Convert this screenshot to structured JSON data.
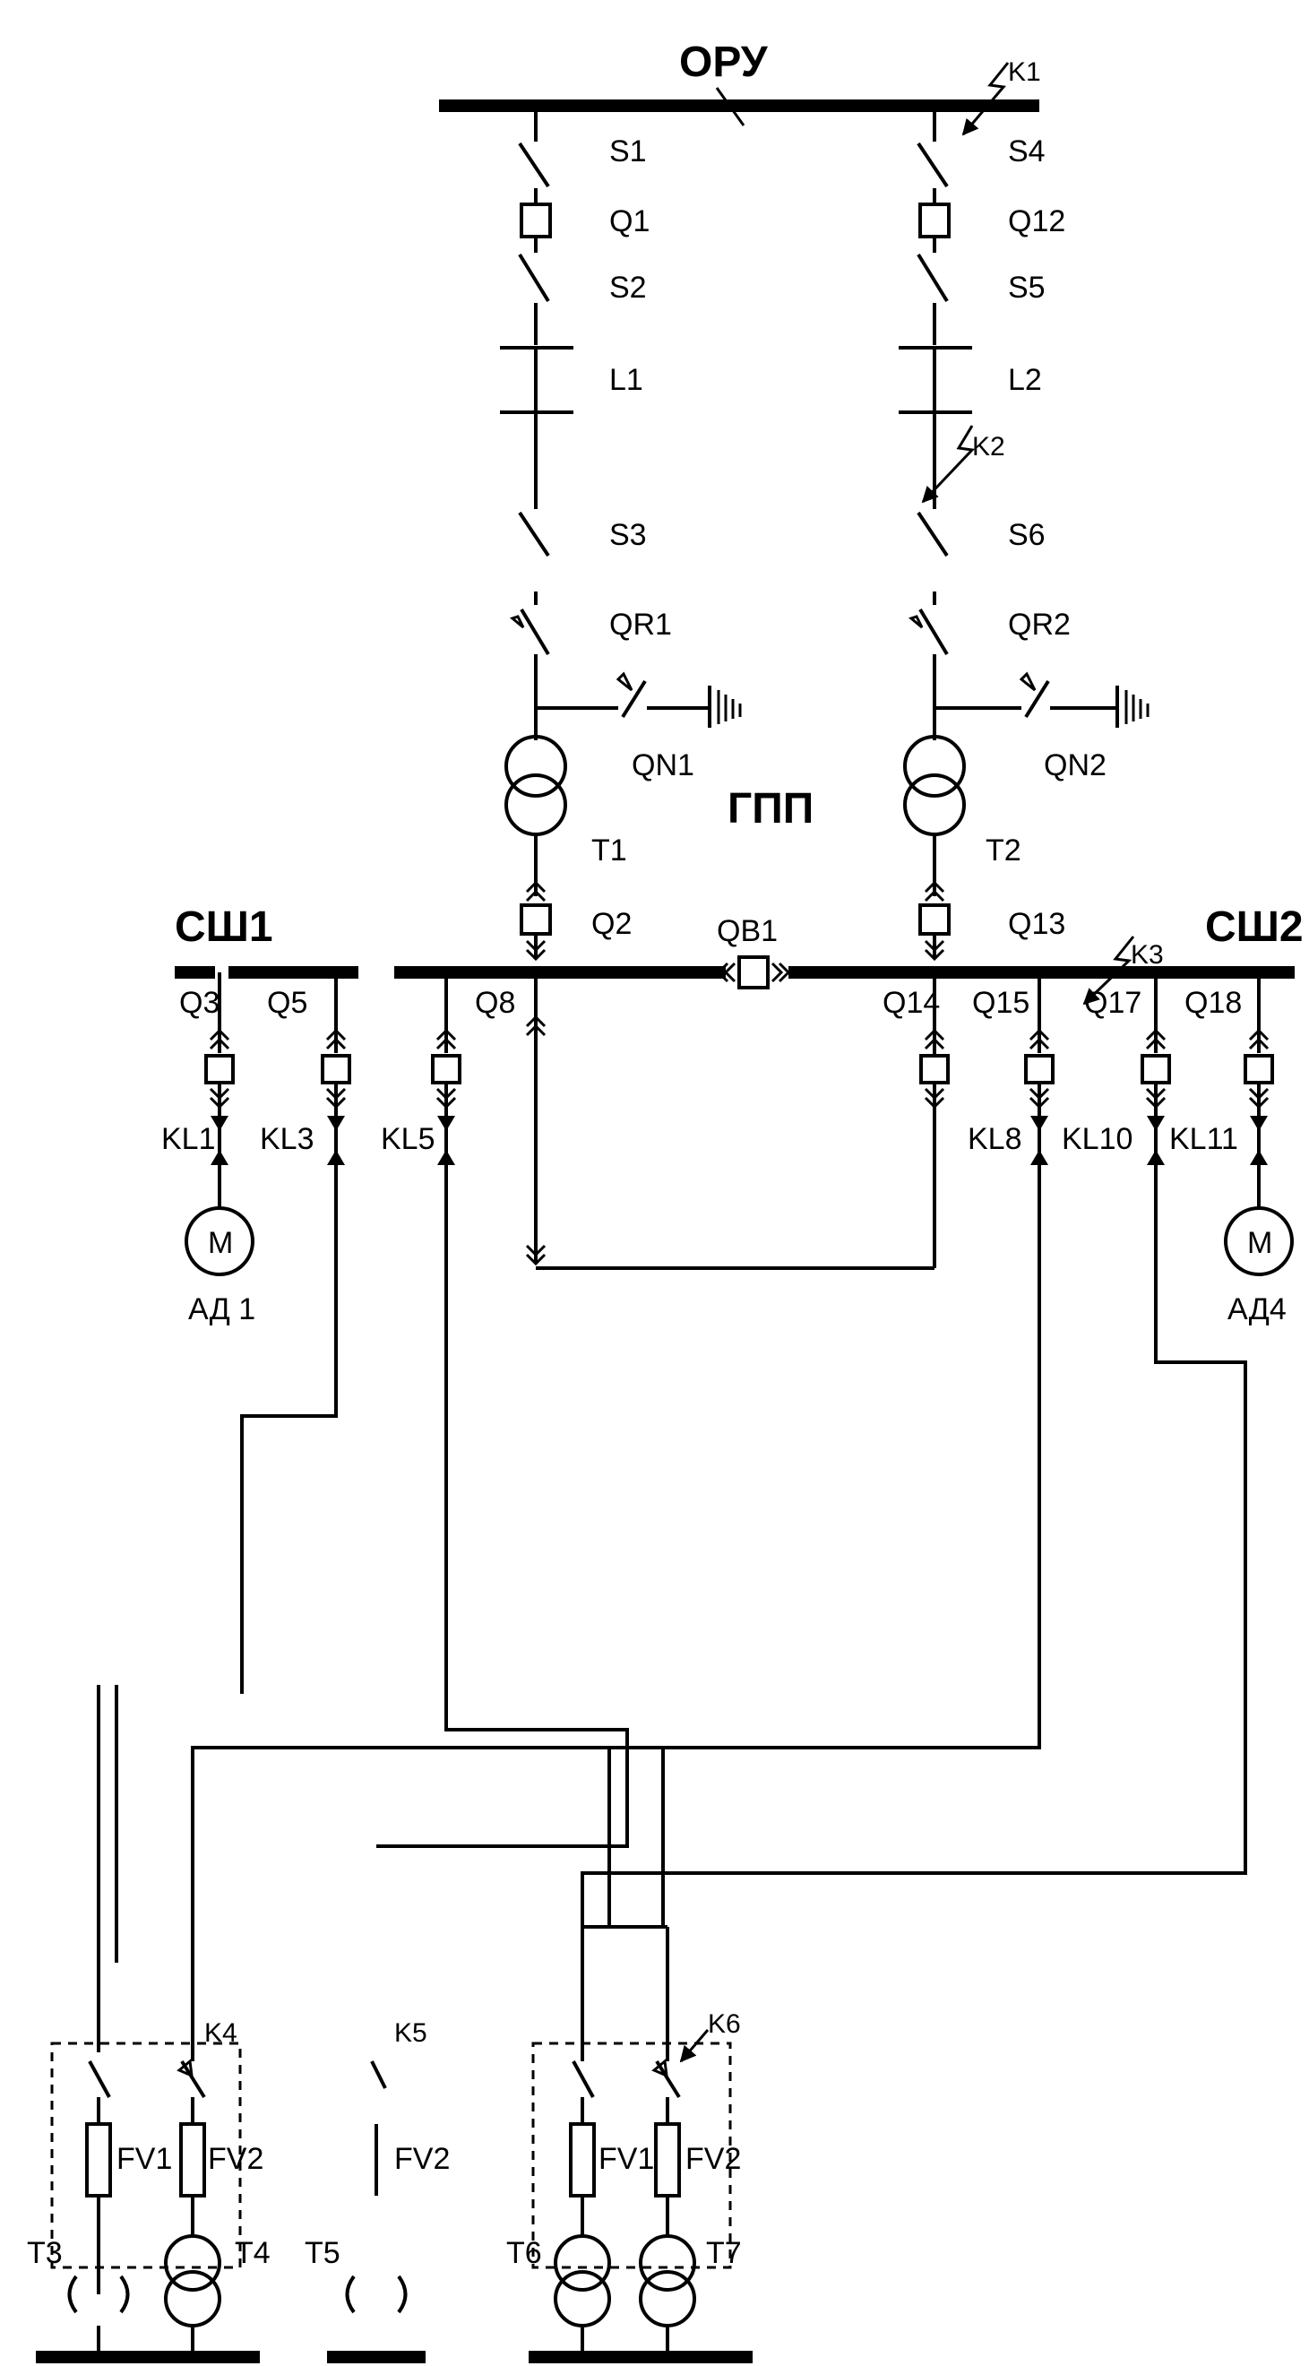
{
  "bus_labels": {
    "oru": "ОРУ",
    "gpp": "ГПП",
    "sh1": "СШ1",
    "sh2": "СШ2"
  },
  "left_line": {
    "s_top": "S1",
    "q": "Q1",
    "s_mid": "S2",
    "line": "L1",
    "s_low": "S3",
    "qr": "QR1",
    "qn": "QN1",
    "transformer": "T1",
    "q_low": "Q2"
  },
  "right_line": {
    "s_top": "S4",
    "q": "Q12",
    "s_mid": "S5",
    "line": "L2",
    "s_low": "S6",
    "qr": "QR2",
    "qn": "QN2",
    "transformer": "T2",
    "q_low": "Q13"
  },
  "sectional_breaker": "QB1",
  "faults": {
    "k1": "K1",
    "k2": "K2",
    "k3": "K3",
    "k4": "K4",
    "k5": "K5",
    "k6": "K6"
  },
  "feeder_breakers": [
    "Q3",
    "Q5",
    "Q8",
    "Q14",
    "Q15",
    "Q17",
    "Q18"
  ],
  "cables": [
    "KL1",
    "KL3",
    "KL5",
    "KL8",
    "KL10",
    "KL11"
  ],
  "motors": {
    "m1_symbol": "M",
    "m1_label": "АД 1",
    "m4_symbol": "M",
    "m4_label": "АД4"
  },
  "fuses": {
    "fv1": "FV1",
    "fv2": "FV2"
  },
  "transformers_lv": [
    "T3",
    "T4",
    "T5",
    "T6",
    "T7"
  ]
}
